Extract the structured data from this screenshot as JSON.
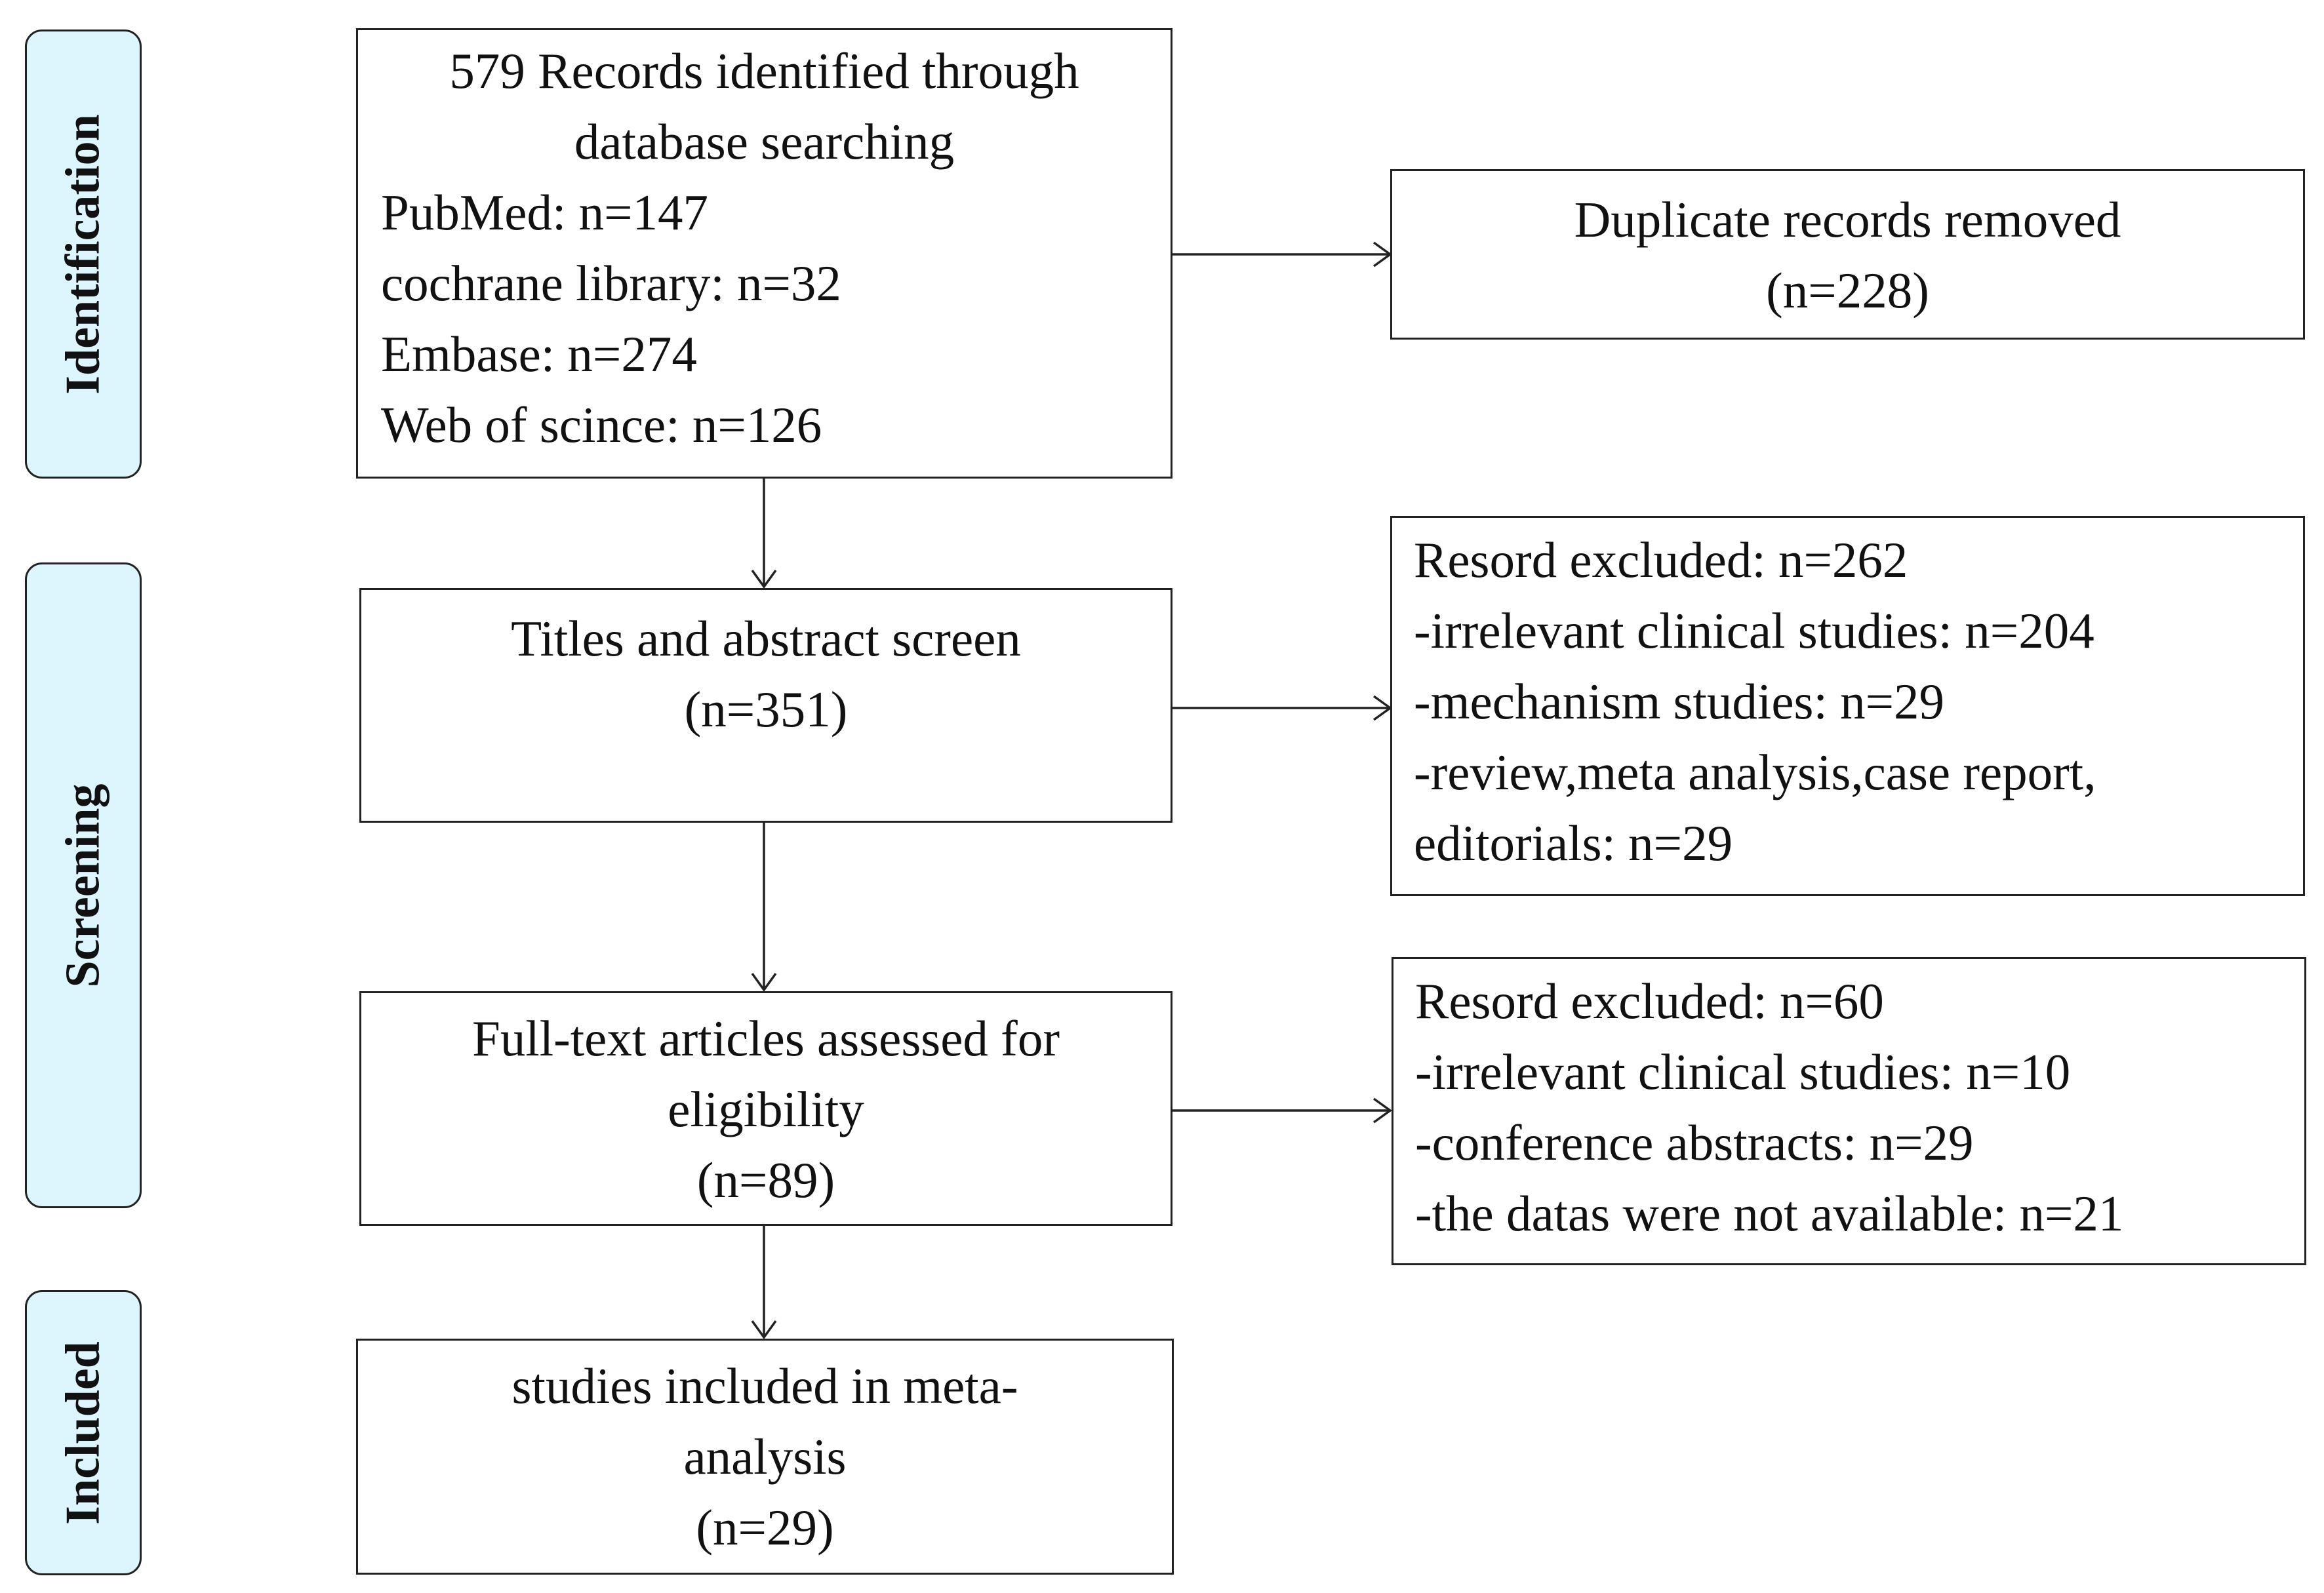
{
  "stages": [
    {
      "id": "identification",
      "label": "Identification"
    },
    {
      "id": "screening",
      "label": "Screening"
    },
    {
      "id": "included",
      "label": "Included"
    }
  ],
  "boxes": {
    "identified": {
      "lines": [
        "579 Records identified through",
        "database searching"
      ],
      "sources": [
        "PubMed: n=147",
        "cochrane library: n=32",
        "Embase: n=274",
        "Web of scince: n=126"
      ]
    },
    "duplicates": {
      "lines": [
        "Duplicate records removed",
        "(n=228)"
      ]
    },
    "screen": {
      "lines": [
        "Titles and abstract screen",
        "(n=351)"
      ]
    },
    "screen_excluded": {
      "lines": [
        "Resord excluded: n=262",
        "-irrelevant clinical studies: n=204",
        "-mechanism studies: n=29",
        "-review,meta analysis,case report,",
        "editorials: n=29"
      ]
    },
    "fulltext": {
      "lines": [
        "Full-text articles assessed for",
        "eligibility",
        "(n=89)"
      ]
    },
    "fulltext_excluded": {
      "lines": [
        "Resord excluded: n=60",
        "-irrelevant clinical studies: n=10",
        "-conference abstracts: n=29",
        "-the datas were not available: n=21"
      ]
    },
    "included": {
      "lines": [
        "studies included in meta-",
        "analysis",
        "(n=29)"
      ]
    }
  }
}
